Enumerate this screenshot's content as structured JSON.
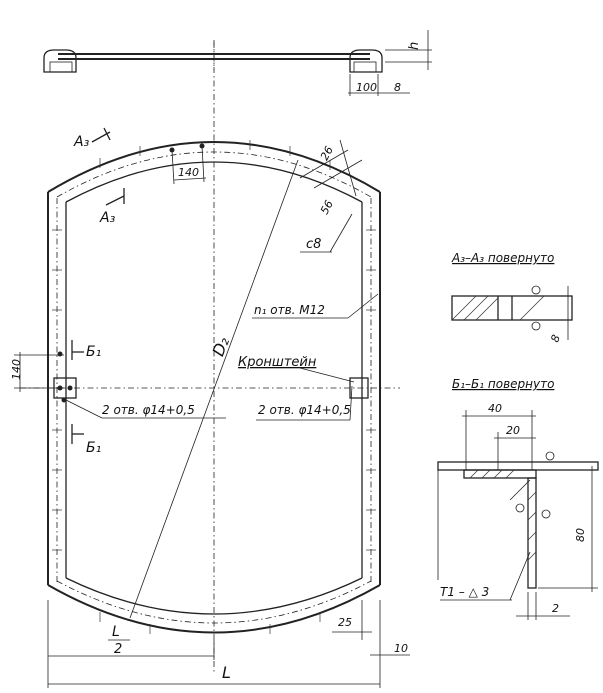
{
  "drawing": {
    "top_view": {
      "dim_h": "h",
      "dim_100": "100",
      "dim_8": "8"
    },
    "section_a": {
      "mark_top": "A₃",
      "mark_bottom": "A₃",
      "dim_140": "140"
    },
    "arc_dims": {
      "dim_26": "26",
      "dim_56": "56",
      "dim_c8": "c8"
    },
    "diameter_label": "D₂",
    "holes_m12": "n₁ отв. M12",
    "bracket_label": "Кронштейн",
    "section_b": {
      "mark_top": "Б₁",
      "mark_bottom": "Б₁",
      "dim_140": "140"
    },
    "holes_left": "2 отв. φ14+0,5",
    "holes_right": "2 отв. φ14+0,5",
    "bottom_dims": {
      "half_L_num": "L",
      "half_L_den": "2",
      "dim_L": "L",
      "dim_25": "25",
      "dim_10": "10"
    },
    "detail_a": {
      "title": "A₃–A₃ повернуто",
      "dim_8": "8"
    },
    "detail_b": {
      "title": "Б₁–Б₁ повернуто",
      "dim_40": "40",
      "dim_20": "20",
      "dim_80": "80",
      "weld": "T1 – △ 3",
      "dim_2": "2"
    }
  }
}
